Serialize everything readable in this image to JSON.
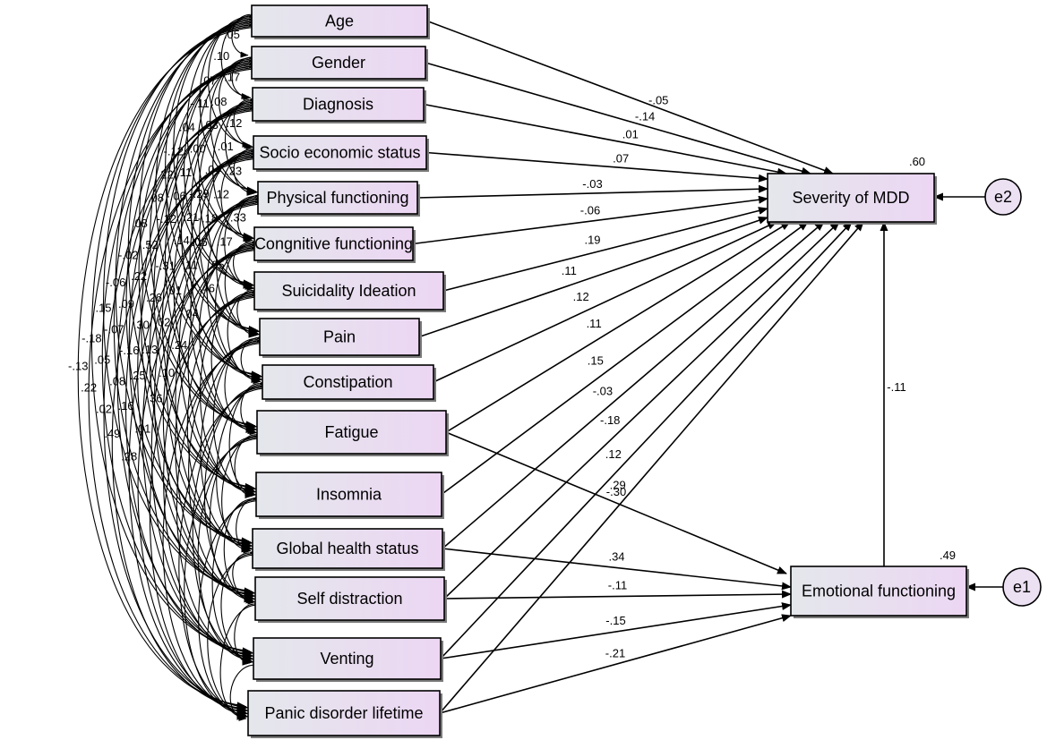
{
  "predictors": [
    {
      "id": "age",
      "label": "Age"
    },
    {
      "id": "gender",
      "label": "Gender"
    },
    {
      "id": "diagnosis",
      "label": "Diagnosis"
    },
    {
      "id": "ses",
      "label": "Socio economic status"
    },
    {
      "id": "physical",
      "label": "Physical functioning"
    },
    {
      "id": "cognitive",
      "label": "Congnitive functioning"
    },
    {
      "id": "suicidality",
      "label": "Suicidality Ideation"
    },
    {
      "id": "pain",
      "label": "Pain"
    },
    {
      "id": "constipation",
      "label": "Constipation"
    },
    {
      "id": "fatigue",
      "label": "Fatigue"
    },
    {
      "id": "insomnia",
      "label": "Insomnia"
    },
    {
      "id": "global",
      "label": "Global health status"
    },
    {
      "id": "selfdist",
      "label": "Self distraction"
    },
    {
      "id": "venting",
      "label": "Venting"
    },
    {
      "id": "panic",
      "label": "Panic disorder lifetime"
    }
  ],
  "outcomes": {
    "mdd": {
      "label": "Severity of MDD",
      "r2": ".60"
    },
    "emotional": {
      "label": "Emotional functioning",
      "r2": ".49"
    }
  },
  "errors": [
    {
      "id": "e2",
      "label": "e2",
      "target": "mdd"
    },
    {
      "id": "e1",
      "label": "e1",
      "target": "emotional"
    }
  ],
  "paths": [
    {
      "from": "age",
      "to": "mdd",
      "coef": "-.05"
    },
    {
      "from": "gender",
      "to": "mdd",
      "coef": "-.14"
    },
    {
      "from": "diagnosis",
      "to": "mdd",
      "coef": ".01"
    },
    {
      "from": "ses",
      "to": "mdd",
      "coef": ".07"
    },
    {
      "from": "physical",
      "to": "mdd",
      "coef": "-.03"
    },
    {
      "from": "cognitive",
      "to": "mdd",
      "coef": "-.06"
    },
    {
      "from": "suicidality",
      "to": "mdd",
      "coef": ".19"
    },
    {
      "from": "pain",
      "to": "mdd",
      "coef": ".11"
    },
    {
      "from": "constipation",
      "to": "mdd",
      "coef": ".12"
    },
    {
      "from": "fatigue",
      "to": "mdd",
      "coef": ".11"
    },
    {
      "from": "insomnia",
      "to": "mdd",
      "coef": ".15"
    },
    {
      "from": "global",
      "to": "mdd",
      "coef": "-.03"
    },
    {
      "from": "selfdist",
      "to": "mdd",
      "coef": "-.18"
    },
    {
      "from": "venting",
      "to": "mdd",
      "coef": ".12"
    },
    {
      "from": "panic",
      "to": "mdd",
      "coef": ".29"
    },
    {
      "from": "fatigue",
      "to": "emotional",
      "coef": "-.30"
    },
    {
      "from": "global",
      "to": "emotional",
      "coef": ".34"
    },
    {
      "from": "selfdist",
      "to": "emotional",
      "coef": "-.11"
    },
    {
      "from": "venting",
      "to": "emotional",
      "coef": "-.15"
    },
    {
      "from": "panic",
      "to": "emotional",
      "coef": "-.21"
    },
    {
      "from": "emotional",
      "to": "mdd",
      "coef": "-.11"
    }
  ],
  "covariance_labels": [
    ".05",
    ".10",
    ".07",
    "-.11",
    ".04",
    "-.12",
    ".22",
    ".08",
    ".08",
    "-.02",
    "-.06",
    ".15",
    "-.18",
    "-.13",
    ".17",
    ".08",
    ".03",
    ".00",
    ".11",
    "-.06",
    "-.12",
    ".52",
    ".22",
    ".09",
    "-.07",
    ".05",
    ".22",
    ".12",
    ".01",
    ".04",
    "-.29",
    ".21",
    ".14",
    "-.31",
    ".26",
    ".30",
    "-.16",
    ".08",
    ".02",
    ".23",
    ".12",
    "-.18",
    ".06",
    ".11",
    ".01",
    ".02",
    ".13",
    ".25",
    ".16",
    ".49",
    ".33",
    ".17",
    ".05",
    ".46",
    ".04",
    ".24",
    ".10",
    ".36",
    ".01",
    ".28"
  ]
}
